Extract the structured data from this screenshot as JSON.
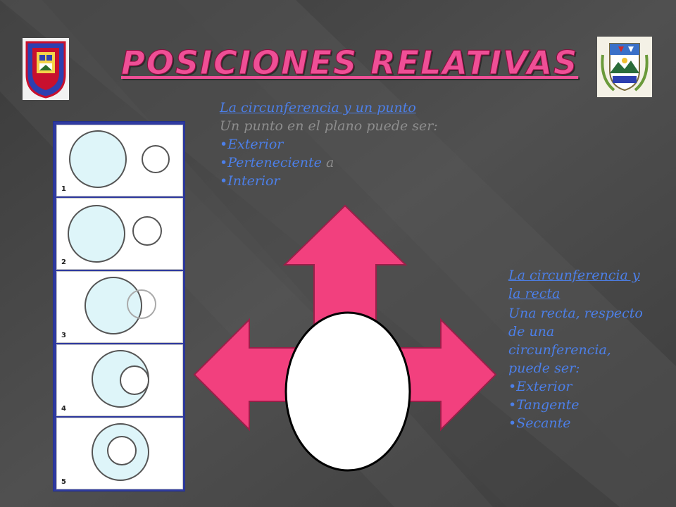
{
  "title": "POSICIONES RELATIVAS",
  "point_section": {
    "heading": "La circunferencia y un punto",
    "intro": "Un punto en el plano puede ser:",
    "items": [
      "•Exterior",
      "•Perteneciente",
      "•Interior"
    ],
    "item2_suffix": " a"
  },
  "line_section": {
    "heading": "La circunferencia y la recta",
    "intro": "Una recta, respecto de una circunferencia, puede ser:",
    "items": [
      "•Exterior",
      "•Tangente",
      "•Secante"
    ]
  },
  "figure": {
    "labels": [
      "1",
      "2",
      "3",
      "4",
      "5"
    ]
  },
  "colors": {
    "accent_pink": "#f2407e",
    "text_blue": "#4c7fe8",
    "panel_blue": "#2f3aa0",
    "circle_fill": "#def5f9"
  },
  "icons": [
    "left-school-crest",
    "right-school-crest",
    "three-way-arrow"
  ]
}
